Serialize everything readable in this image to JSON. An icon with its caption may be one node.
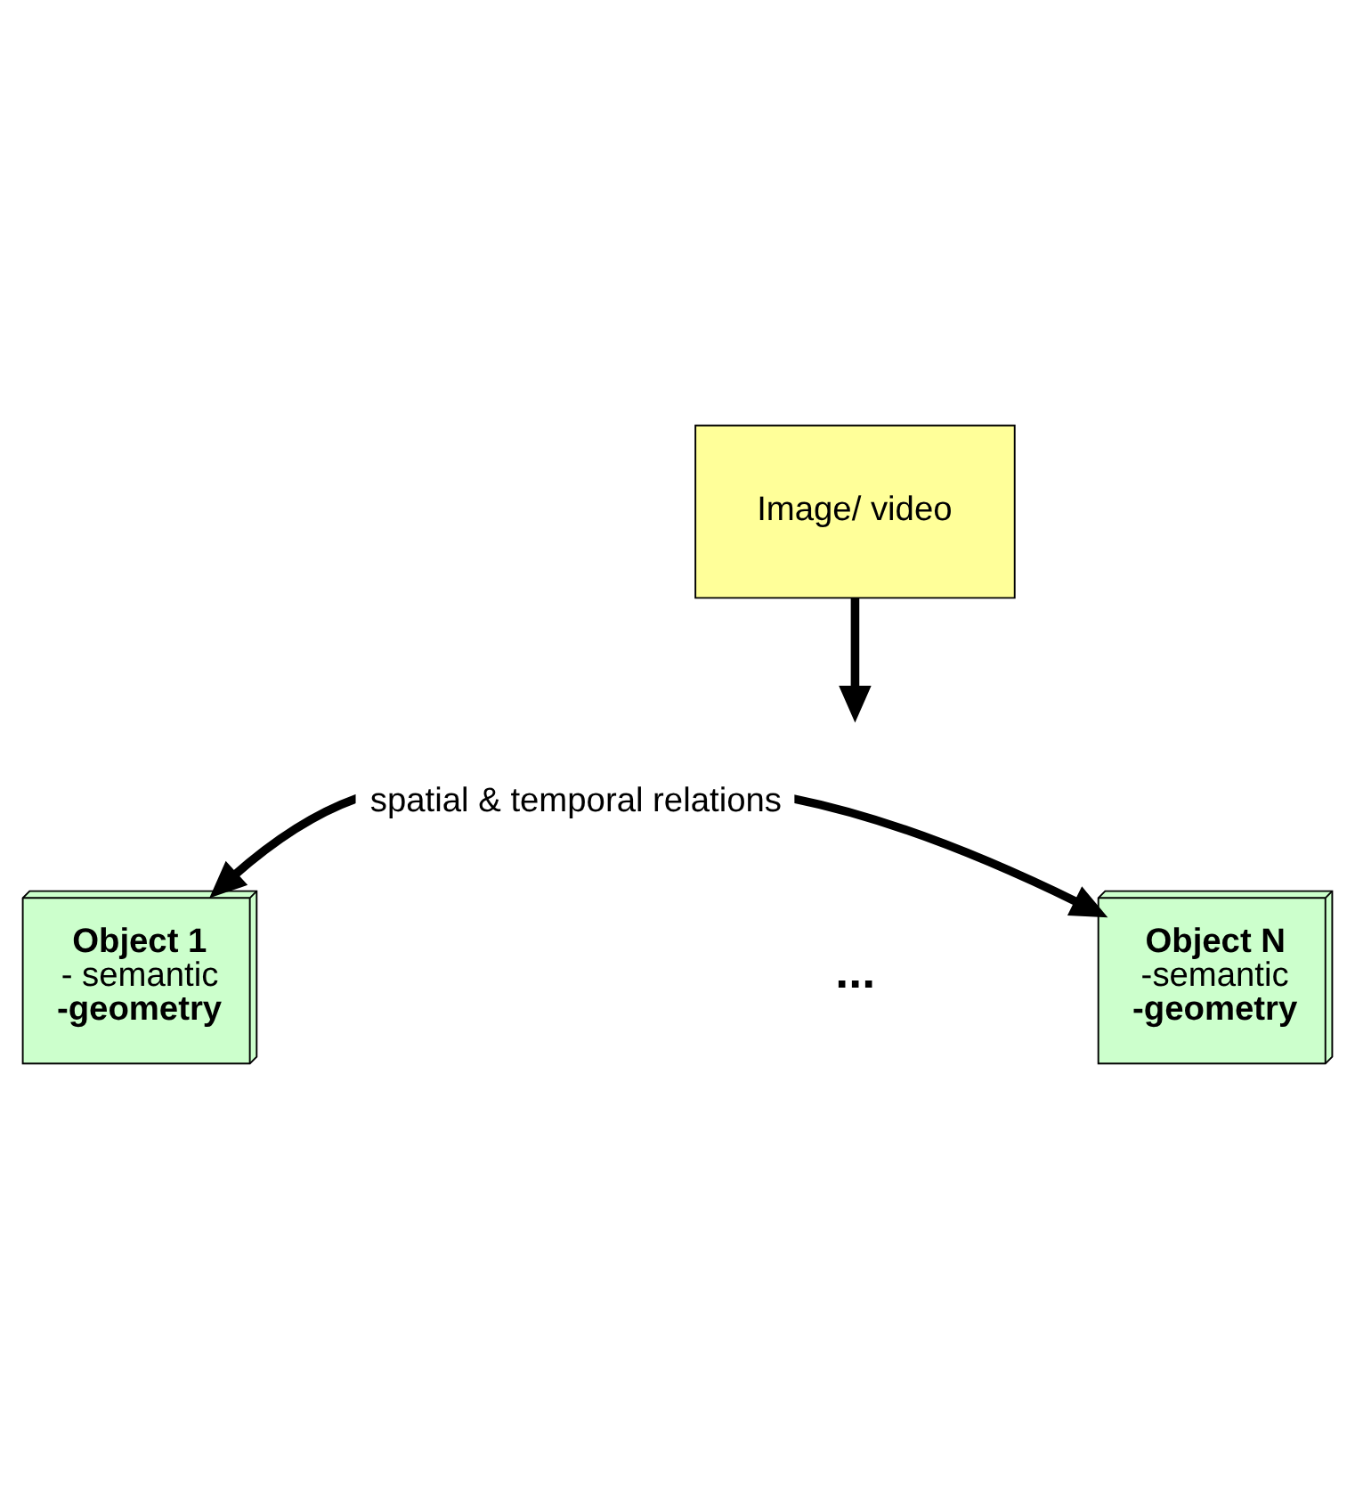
{
  "diagram": {
    "nodes": [
      {
        "text": [
          "Image/ video"
        ]
      },
      {
        "text": [
          "Object 1",
          "- semantic",
          "-geometry"
        ]
      },
      {
        "text": [
          "Object N",
          "-semantic",
          "-geometry"
        ]
      }
    ],
    "edges": [
      {
        "from": 0,
        "to": null,
        "arrow": "to"
      },
      {
        "from": 1,
        "to": 2,
        "arrow": "both",
        "label": "spatial & temporal relations"
      }
    ],
    "labels": [
      "..."
    ]
  }
}
